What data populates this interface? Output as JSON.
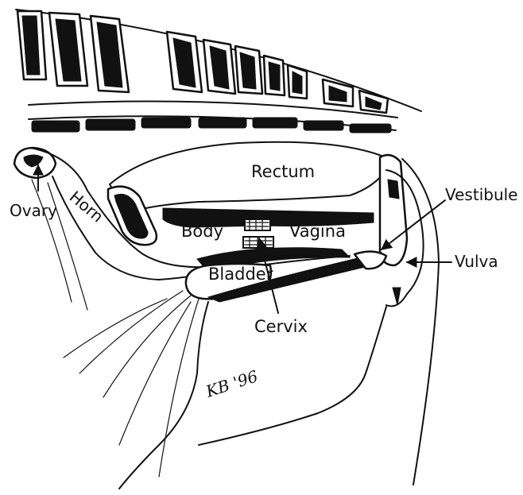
{
  "labels": {
    "rectum": "Rectum",
    "ovary": "Ovary",
    "horn": "Horn",
    "body": "Body",
    "vagina": "Vagina",
    "vestibule": "Vestibule",
    "vulva": "Vulva",
    "bladder": "Bladder",
    "cervix": "Cervix"
  },
  "signature": "KB '96"
}
